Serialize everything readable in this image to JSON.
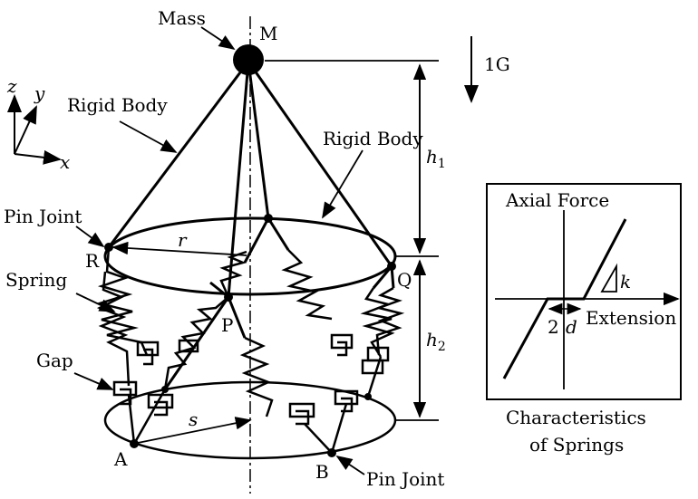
{
  "labels": {
    "mass": "Mass",
    "m": "M",
    "gravity": "1G",
    "rigid_body_left": "Rigid Body",
    "rigid_body_right": "Rigid Body",
    "pin_joint_top": "Pin Joint",
    "pin_joint_bottom": "Pin Joint",
    "spring": "Spring",
    "gap": "Gap",
    "r_point": "R",
    "q_point": "Q",
    "p_point": "P",
    "a_point": "A",
    "b_point": "B",
    "r_dim": "r",
    "s_dim": "s",
    "h1": "h",
    "h1_sub": "1",
    "h2": "h",
    "h2_sub": "2"
  },
  "axes": {
    "z": "z",
    "y": "y",
    "x": "x"
  },
  "inset": {
    "axial_force": "Axial Force",
    "extension": "Extension",
    "k": "k",
    "two": "2",
    "d": "d",
    "caption_line1": "Characteristics",
    "caption_line2": "of Springs"
  }
}
